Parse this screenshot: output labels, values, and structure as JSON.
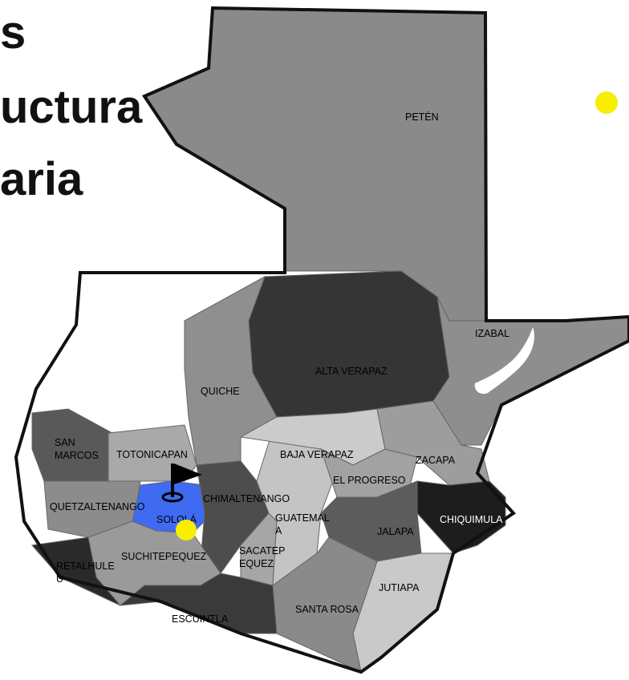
{
  "title_fragments": [
    "s",
    "uctura",
    "aria"
  ],
  "departments": [
    {
      "name": "PETÉN",
      "fill": "#8a8a8a"
    },
    {
      "name": "IZABAL",
      "fill": "#8e8e8e"
    },
    {
      "name": "ALTA VERAPAZ",
      "fill": "#353535"
    },
    {
      "name": "QUICHE",
      "fill": "#8f8f8f"
    },
    {
      "name": "SAN MARCOS",
      "fill": "#595959"
    },
    {
      "name": "TOTONICAPAN",
      "fill": "#a9a9a9"
    },
    {
      "name": "QUETZALTENANGO",
      "fill": "#8c8c8c"
    },
    {
      "name": "SOLOLÁ",
      "fill": "#3e6bf2"
    },
    {
      "name": "CHIMALTENANGO",
      "fill": "#4d4d4d"
    },
    {
      "name": "SUCHITEPEQUEZ",
      "fill": "#9a9a9a"
    },
    {
      "name": "RETALHULEU",
      "fill": "#2a2a2a"
    },
    {
      "name": "ESCUINTLA",
      "fill": "#3a3a3a"
    },
    {
      "name": "SACATEPEQUEZ",
      "fill": "#a6a6a6"
    },
    {
      "name": "GUATEMALA",
      "fill": "#c4c4c4"
    },
    {
      "name": "BAJA VERAPAZ",
      "fill": "#cbcbcb"
    },
    {
      "name": "EL PROGRESO",
      "fill": "#a2a2a2"
    },
    {
      "name": "ZACAPA",
      "fill": "#9d9d9d"
    },
    {
      "name": "CHIQUIMULA",
      "fill": "#1d1d1d"
    },
    {
      "name": "JALAPA",
      "fill": "#5c5c5c"
    },
    {
      "name": "JUTIAPA",
      "fill": "#c9c9c9"
    },
    {
      "name": "SANTA ROSA",
      "fill": "#8a8a8a"
    }
  ],
  "labels": [
    {
      "lines": [
        "PETÉN"
      ]
    },
    {
      "lines": [
        "IZABAL"
      ]
    },
    {
      "lines": [
        "ALTA VERAPAZ"
      ]
    },
    {
      "lines": [
        "QUICHE"
      ]
    },
    {
      "lines": [
        "SAN",
        "MARCOS"
      ]
    },
    {
      "lines": [
        "TOTONICAPAN"
      ]
    },
    {
      "lines": [
        "BAJA VERAPAZ"
      ]
    },
    {
      "lines": [
        "ZACAPA"
      ]
    },
    {
      "lines": [
        "EL PROGRESO"
      ]
    },
    {
      "lines": [
        "QUETZALTENANGO"
      ]
    },
    {
      "lines": [
        "CHIMALTENANGO"
      ]
    },
    {
      "lines": [
        "CHIQUIMULA"
      ]
    },
    {
      "lines": [
        "GUATEMAL",
        "A"
      ]
    },
    {
      "lines": [
        "SOLOLÁ"
      ]
    },
    {
      "lines": [
        "JALAPA"
      ]
    },
    {
      "lines": [
        "SACATEP",
        "EQUEZ"
      ]
    },
    {
      "lines": [
        "SUCHITEPEQUEZ"
      ]
    },
    {
      "lines": [
        "RETALHULE",
        "U"
      ]
    },
    {
      "lines": [
        "JUTIAPA"
      ]
    },
    {
      "lines": [
        "SANTA ROSA"
      ]
    },
    {
      "lines": [
        "ESCUINTLA"
      ]
    }
  ],
  "markers": {
    "dot_color": "#f7ee00",
    "lake_color": "#ffffff",
    "flag_icon": "flag-icon",
    "flag_location": "SOLOLÁ",
    "dots": [
      "sololá-dot",
      "legend-dot"
    ]
  }
}
